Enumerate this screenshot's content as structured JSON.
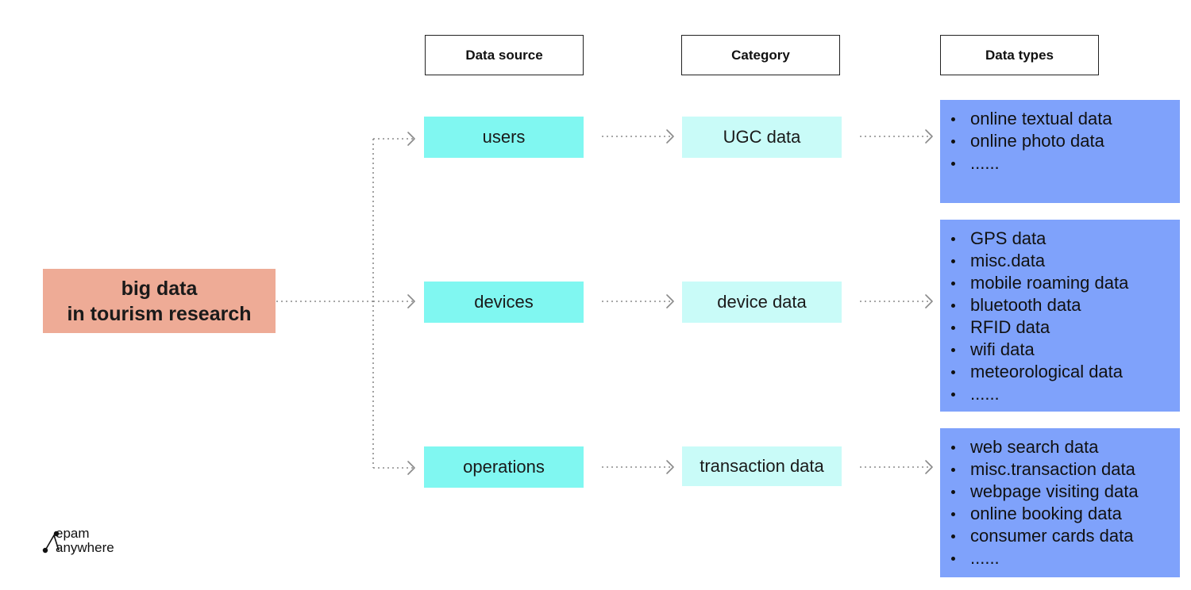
{
  "headers": {
    "data_source": "Data source",
    "category": "Category",
    "data_types": "Data types"
  },
  "root": {
    "line1": "big data",
    "line2": "in tourism research"
  },
  "rows": [
    {
      "source": "users",
      "category": "UGC data",
      "types": [
        "online textual data",
        "online photo data",
        "......"
      ]
    },
    {
      "source": "devices",
      "category": "device data",
      "types": [
        "GPS data",
        "misc.data",
        "mobile roaming data",
        "bluetooth data",
        "RFID data",
        "wifi data",
        "meteorological data",
        "......"
      ]
    },
    {
      "source": "operations",
      "category": "transaction data",
      "types": [
        "web search data",
        "misc.transaction data",
        "webpage visiting data",
        "online booking data",
        "consumer cards data",
        "......"
      ]
    }
  ],
  "logo": {
    "line1": "epam",
    "line2": "anywhere"
  }
}
